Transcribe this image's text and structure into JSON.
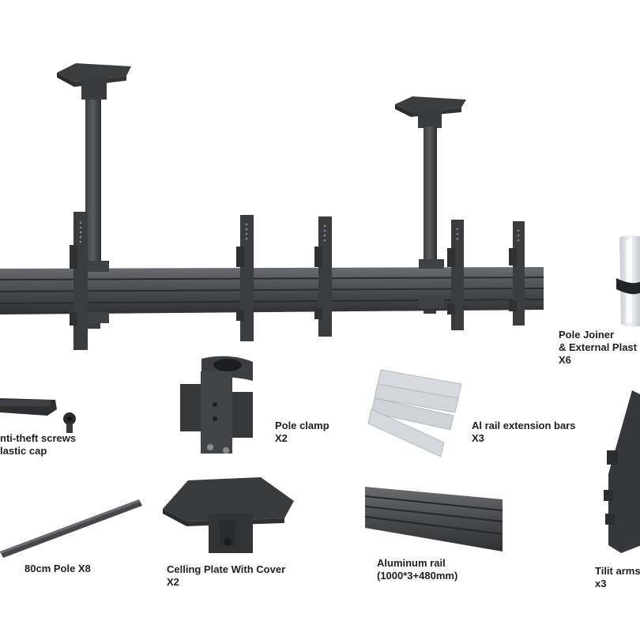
{
  "labels": {
    "pole_joiner": {
      "line1": "Pole Joiner",
      "line2": "& External Plast",
      "line3": "X6"
    },
    "anti_theft": {
      "line1": "nti-theft screws",
      "line2": "lastic cap"
    },
    "pole_clamp": {
      "line1": "Pole clamp",
      "line2": "X2"
    },
    "al_rail_bars": {
      "line1": "Al rail extension bars",
      "line2": "X3"
    },
    "pole": {
      "line1": "80cm Pole X8"
    },
    "ceiling_plate": {
      "line1": "Celling Plate With Cover",
      "line2": "X2"
    },
    "aluminum_rail": {
      "line1": "Aluminum rail",
      "line2": "(1000*3+480mm)"
    },
    "tilt_arms": {
      "line1": "Tilit arms",
      "line2": "x3"
    }
  },
  "colors": {
    "metal_dark": "#3a3b3d",
    "metal_mid": "#4c4d50",
    "metal_light": "#6a6b6e",
    "plastic_light": "#d9dde2"
  }
}
